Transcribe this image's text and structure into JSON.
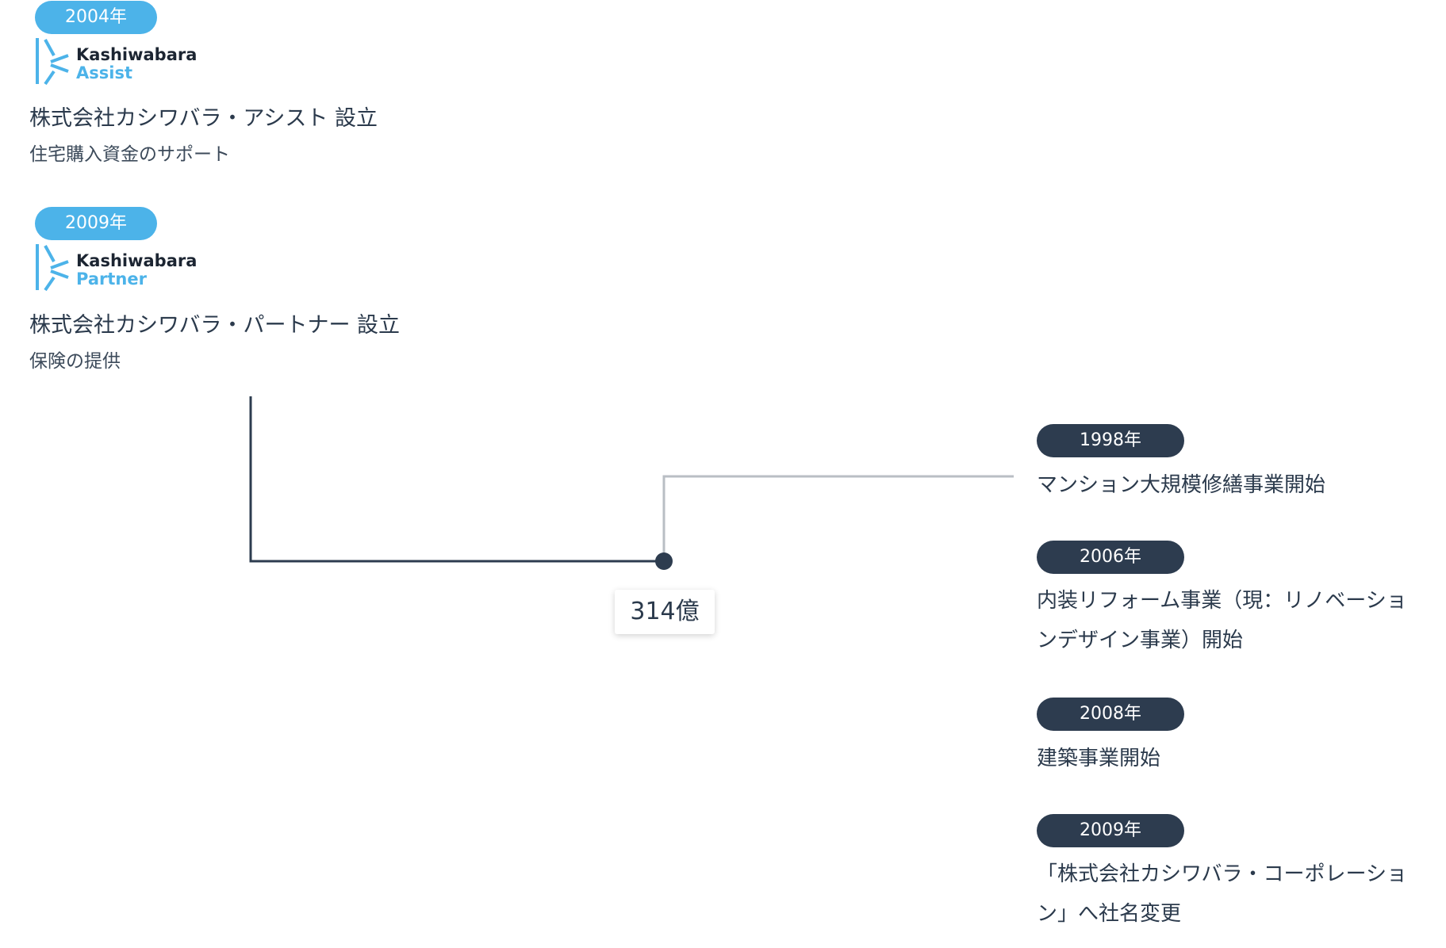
{
  "subsidiaries": [
    {
      "year": "2004年",
      "logo_line1": "Kashiwabara",
      "logo_line2": "Assist",
      "title": "株式会社カシワバラ・アシスト 設立",
      "description": "住宅購入資金のサポート"
    },
    {
      "year": "2009年",
      "logo_line1": "Kashiwabara",
      "logo_line2": "Partner",
      "title": "株式会社カシワバラ・パートナー 設立",
      "description": "保険の提供"
    }
  ],
  "events": [
    {
      "year": "1998年",
      "text": "マンション大規模修繕事業開始"
    },
    {
      "year": "2006年",
      "text": "内装リフォーム事業（現：リノベーションデザイン事業）開始"
    },
    {
      "year": "2008年",
      "text": "建築事業開始"
    },
    {
      "year": "2009年",
      "text": "「株式会社カシワバラ・コーポレーション」へ社名変更"
    }
  ],
  "value_label": "314億",
  "colors": {
    "accent_blue": "#4cb3e9",
    "dark_navy": "#2d3c4f",
    "line_gray": "#b9bec4"
  }
}
